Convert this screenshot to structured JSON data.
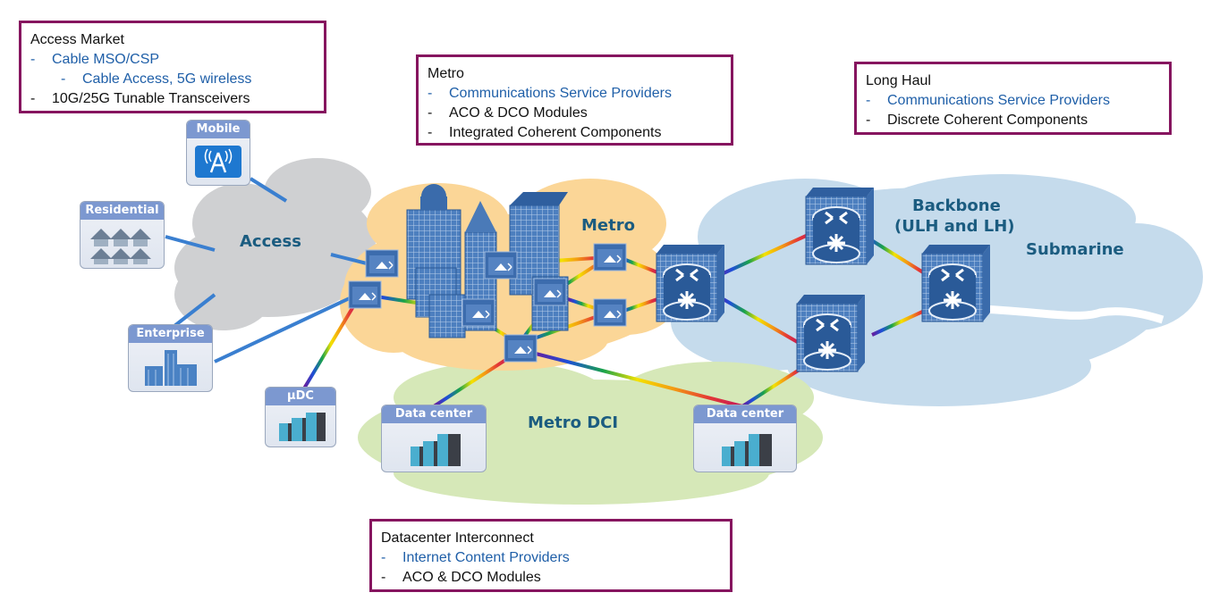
{
  "boxes": {
    "access": {
      "title": "Access Market",
      "items": [
        {
          "text": "Cable MSO/CSP",
          "dash": "-"
        },
        {
          "text": "Cable Access, 5G wireless",
          "dash": "-"
        },
        {
          "text": "10G/25G Tunable Transceivers",
          "dash": "-"
        }
      ]
    },
    "metro": {
      "title": "Metro",
      "items": [
        {
          "text": "Communications Service Providers",
          "dash": "-"
        },
        {
          "text": "ACO & DCO Modules",
          "dash": "-"
        },
        {
          "text": "Integrated Coherent Components",
          "dash": "-"
        }
      ]
    },
    "longhaul": {
      "title": "Long Haul",
      "items": [
        {
          "text": "Communications Service Providers",
          "dash": "-"
        },
        {
          "text": "Discrete Coherent Components",
          "dash": "-"
        }
      ]
    },
    "dci": {
      "title": "Datacenter Interconnect",
      "items": [
        {
          "text": "Internet Content Providers",
          "dash": "-"
        },
        {
          "text": "ACO & DCO Modules",
          "dash": "-"
        }
      ]
    }
  },
  "cards": {
    "mobile": "Mobile",
    "residential": "Residential",
    "enterprise": "Enterprise",
    "udc": "µDC",
    "dc_left": "Data center",
    "dc_right": "Data center"
  },
  "regions": {
    "access": "Access",
    "metro": "Metro",
    "backbone_1": "Backbone",
    "backbone_2": "(ULH and LH)",
    "submarine": "Submarine",
    "metro_dci": "Metro DCI"
  },
  "colors": {
    "box_border": "#86155f",
    "link_blue": "#1f5fa8",
    "access_cloud": "#cfd0d2",
    "metro_cloud": "#fbd697",
    "backbone_cloud": "#c5dbec",
    "dci_cloud": "#d6e8b8",
    "region_label": "#1b5c80"
  }
}
